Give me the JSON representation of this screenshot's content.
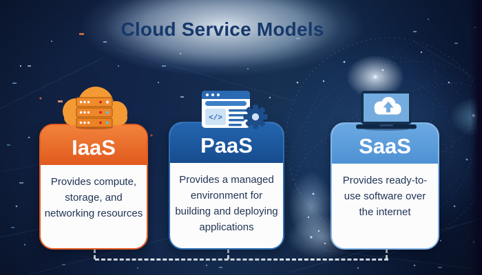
{
  "title": "Cloud Service Models",
  "cards": [
    {
      "id": "iaas",
      "label": "IaaS",
      "description": "Provides compute,\nstorage, and\nnetworking resources",
      "icon": "cloud-servers-icon",
      "accent_color": "#e2591f"
    },
    {
      "id": "paas",
      "label": "PaaS",
      "description": "Provides a managed\nenvironment for\nbuilding and deploying\napplications",
      "icon": "browser-code-gear-icon",
      "icon_code_text": "</>",
      "accent_color": "#1b559e"
    },
    {
      "id": "saas",
      "label": "SaaS",
      "description": "Provides ready-to-\nuse software over\nthe internet",
      "icon": "laptop-cloud-upload-icon",
      "accent_color": "#5d9fdb"
    }
  ],
  "connector": {
    "style": "dashed",
    "color": "#ecf1f7"
  },
  "background": {
    "base_color": "#12254a",
    "title_glow_color": "#c3d4e4"
  }
}
